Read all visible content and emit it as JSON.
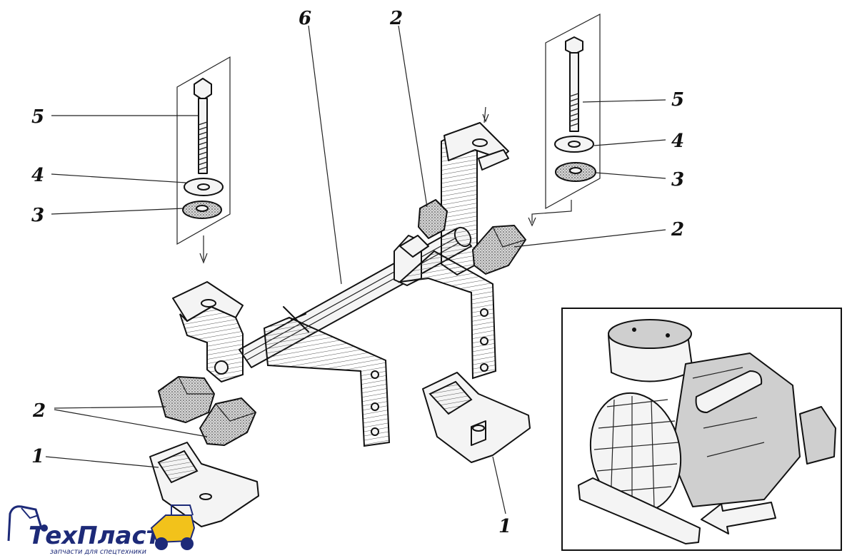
{
  "callouts": {
    "c5_left": "5",
    "c4_left": "4",
    "c3_left": "3",
    "c6": "6",
    "c2_top": "2",
    "c5_right": "5",
    "c4_right": "4",
    "c3_right": "3",
    "c2_right": "2",
    "c2_left": "2",
    "c1_left": "1",
    "c1_bottom": "1"
  },
  "logo": {
    "name": "ТехПласт",
    "tagline": "запчасти для спецтехники"
  },
  "colors": {
    "ink": "#111111",
    "logo_blue": "#1d2a78",
    "logo_yellow": "#f2c21b"
  }
}
